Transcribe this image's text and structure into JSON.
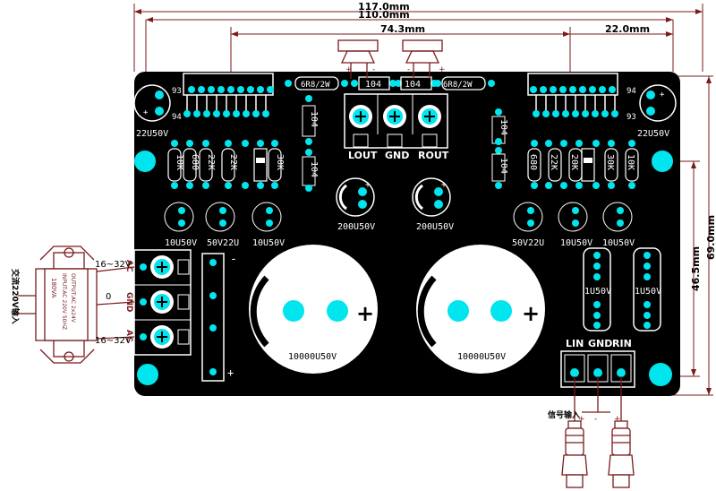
{
  "colors": {
    "board": "#000000",
    "pad": "#00e5ee",
    "outline": "#8b1a1a",
    "silk": "#ffffff",
    "dimension": "#7a1a1a"
  },
  "dimensions": {
    "width_total": "117.0mm",
    "width_mount": "110.0mm",
    "width_inner": "74.3mm",
    "width_right": "22.0mm",
    "height_total": "69.0mm",
    "height_mount": "46.5mm"
  },
  "labels": {
    "cap_left_top": "22U50V",
    "cap_right_top": "22U50V",
    "pin_93_left": "93",
    "pin_94_left": "94",
    "pin_93_right": "93",
    "pin_94_right": "94",
    "res_6r8_left": "6R8/2W",
    "res_6r8_right": "6R8/2W",
    "res_104_a": "104",
    "res_104_b": "104",
    "res_104_left_1": "104",
    "res_104_left_2": "104",
    "res_104_right_1": "104",
    "res_104_right_2": "104",
    "res_10k_left": "10K",
    "res_680_left": "680",
    "res_22k_left_1": "22K",
    "res_22k_left_2": "22K",
    "res_30k_left": "30K",
    "res_680_right": "680",
    "res_22k_right": "22K",
    "res_20k_right": "20K",
    "res_30k_right": "30K",
    "res_10k_right": "10K",
    "out_lout": "LOUT",
    "out_gnd": "GND",
    "out_rout": "ROUT",
    "cap_200_left": "200U50V",
    "cap_200_right": "200U50V",
    "cap_10u_left_1": "10U50V",
    "cap_50v22u_left": "50V22U",
    "cap_10u_left_2": "10U50V",
    "cap_50v22u_right": "50V22U",
    "cap_10u_right_1": "10U50V",
    "cap_10u_right_2": "10U50V",
    "cap_big_left": "10000U50V",
    "cap_big_right": "10000U50V",
    "cap_1u_left": "1U50V",
    "cap_1u_right": "1U50V",
    "in_lin": "LIN",
    "in_gnd": "GND",
    "in_rin": "RIN",
    "ac_in_label": "交流220V输入",
    "ac_16_32_top": "16~32V",
    "ac_16_32_bottom": "16~32V",
    "ac_zero": "0",
    "term_ac_top": "AC",
    "term_gnd": "GND",
    "term_ac_bottom": "AC",
    "signal_input": "信号输入",
    "minus_sign": "-",
    "plus_sign": "+",
    "transformer_text_1": "180VA",
    "transformer_text_2": "INPUT:AC 220V 50HZ",
    "transformer_text_3": "OUTPUT:AC 2x24V"
  }
}
